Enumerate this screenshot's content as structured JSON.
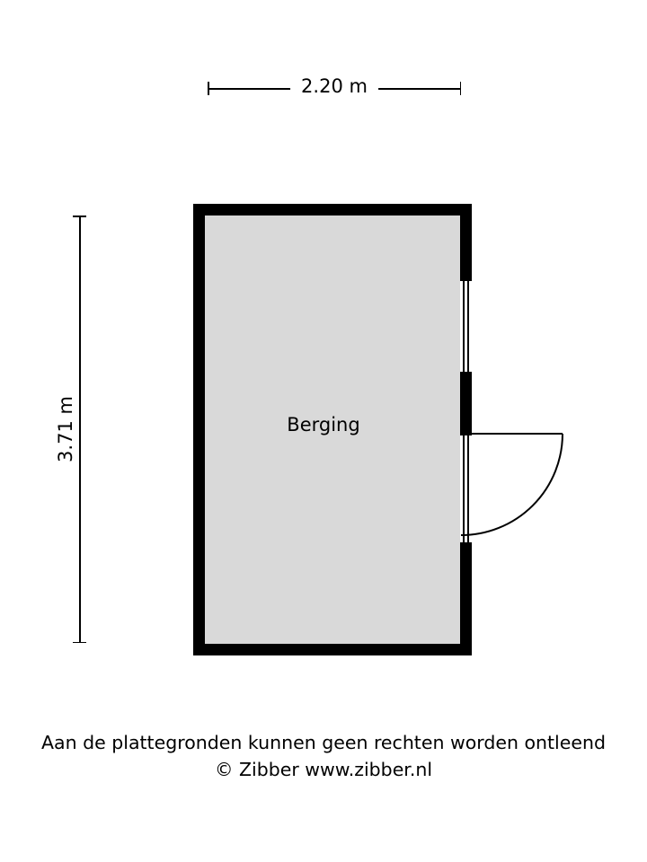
{
  "plan": {
    "room_label": "Berging",
    "dimensions": {
      "width_label": "2.20 m",
      "height_label": "3.71 m"
    },
    "colors": {
      "wall": "#000000",
      "floor": "#d9d9d9",
      "background": "#ffffff",
      "door_swing": "#000000"
    }
  },
  "footer": {
    "disclaimer": "Aan de plattegronden kunnen geen rechten worden ontleend",
    "copyright": "© Zibber www.zibber.nl"
  }
}
